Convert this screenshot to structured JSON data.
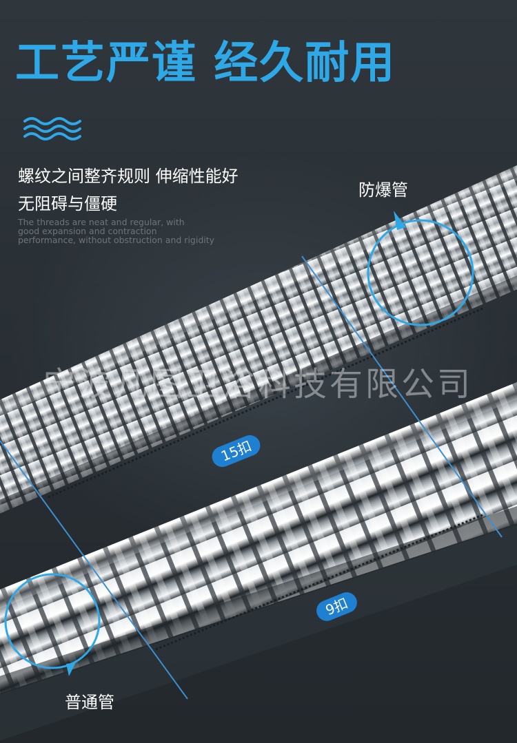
{
  "title": "工艺严谨 经久耐用",
  "icons": {
    "waves": "waves-icon"
  },
  "colors": {
    "accent": "#2ea8e6",
    "badge": "#1f7fd0",
    "background": "#2a3137",
    "text": "#ffffff",
    "subtext": "#6d767c"
  },
  "description": {
    "line1": "螺纹之间整齐规则 伸缩性能好",
    "line2": "无阻碍与僵硬"
  },
  "english": {
    "line1": "The threads are neat and regular, with",
    "line2": "good expansion and contraction",
    "line3": "performance, without obstruction and rigidity"
  },
  "labels": {
    "explosion_proof": "防爆管",
    "ordinary": "普通管"
  },
  "badges": {
    "explosion_proof_count": "15扣",
    "ordinary_count": "9扣"
  },
  "watermark": "宁波凡图卫浴科技有限公司"
}
